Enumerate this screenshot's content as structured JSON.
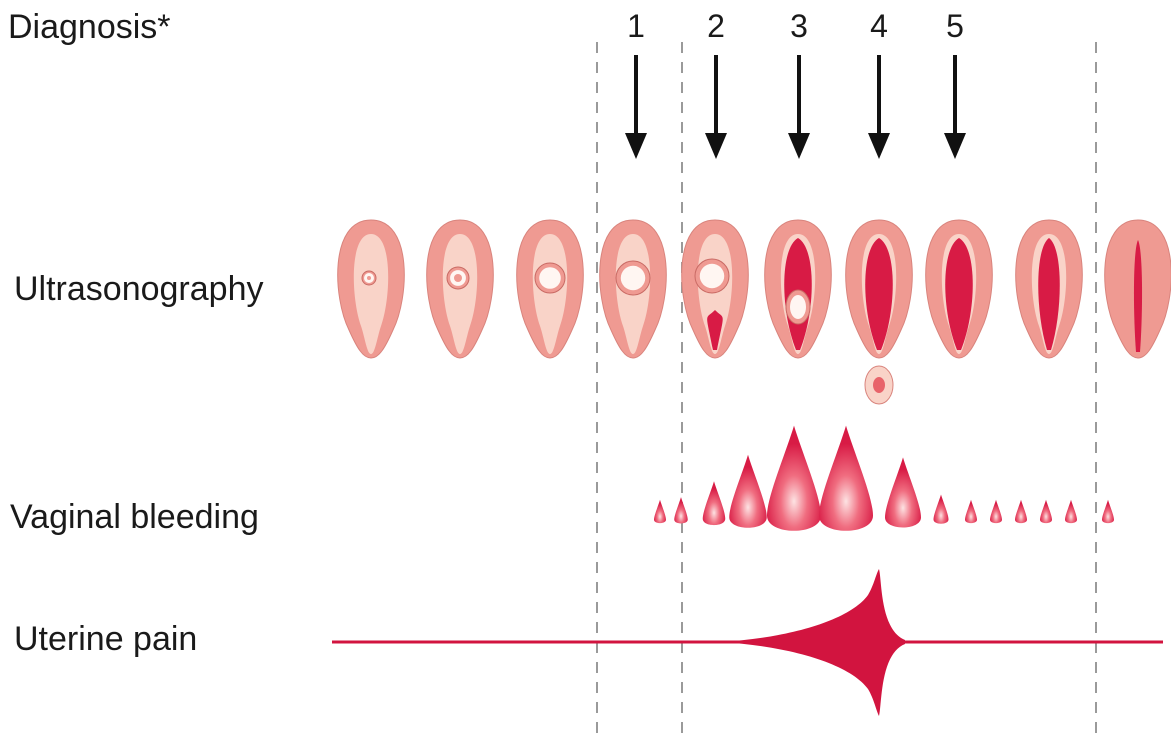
{
  "labels": {
    "diagnosis": "Diagnosis*",
    "ultrasonography": "Ultrasonography",
    "vaginal_bleeding": "Vaginal bleeding",
    "uterine_pain": "Uterine pain"
  },
  "stages": [
    "1",
    "2",
    "3",
    "4",
    "5"
  ],
  "colors": {
    "uterus_outer": "#ef9a92",
    "uterus_inner": "#f9d3c8",
    "blood": "#d81b45",
    "line": "#d2143f",
    "divider": "#9a9a9a",
    "arrow": "#111111",
    "text": "#1a1a1a"
  },
  "uterus_sequence": [
    {
      "cavity": "empty",
      "sac": "tiny"
    },
    {
      "cavity": "empty",
      "sac": "small"
    },
    {
      "cavity": "empty",
      "sac": "medium"
    },
    {
      "cavity": "empty",
      "sac": "large"
    },
    {
      "cavity": "bleeding-low",
      "sac": "large-upper"
    },
    {
      "cavity": "blood",
      "sac": "descending"
    },
    {
      "cavity": "blood",
      "sac": "expelled"
    },
    {
      "cavity": "blood",
      "sac": "none"
    },
    {
      "cavity": "blood-thin",
      "sac": "none"
    },
    {
      "cavity": "closed",
      "sac": "none"
    }
  ],
  "bleeding_levels": [
    0.8,
    0.9,
    1.5,
    2.5,
    3.6,
    3.6,
    2.4,
    1.0,
    0.8,
    0.8,
    0.8,
    0.8,
    0.8,
    0.8
  ]
}
